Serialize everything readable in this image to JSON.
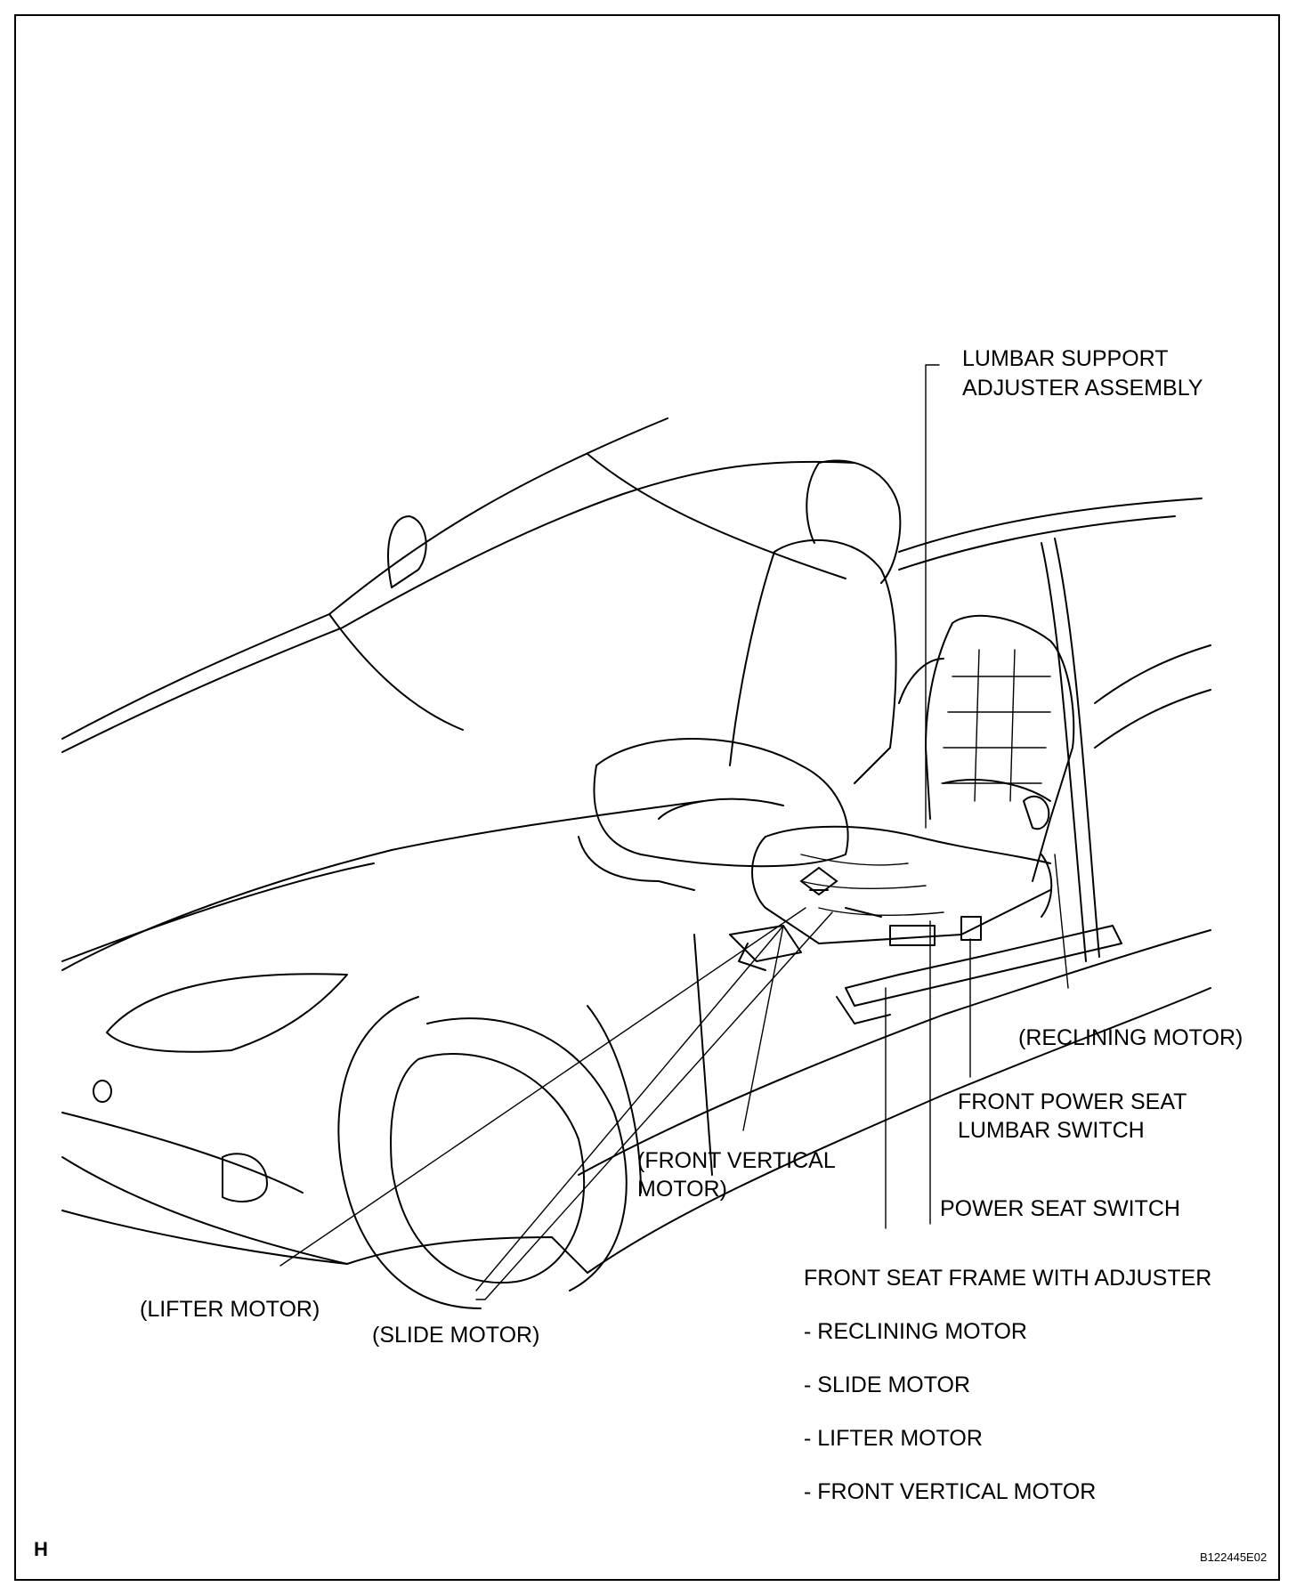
{
  "labels": {
    "lumbar_support_1": "LUMBAR SUPPORT",
    "lumbar_support_2": "ADJUSTER ASSEMBLY",
    "reclining_motor": "(RECLINING MOTOR)",
    "lumbar_switch_1": "FRONT POWER SEAT",
    "lumbar_switch_2": "LUMBAR SWITCH",
    "front_vertical_1": "(FRONT VERTICAL",
    "front_vertical_2": "MOTOR)",
    "power_seat_switch": "POWER SEAT SWITCH",
    "lifter_motor": "(LIFTER MOTOR)",
    "slide_motor": "(SLIDE MOTOR)"
  },
  "frame_list": {
    "title": "FRONT SEAT FRAME WITH ADJUSTER",
    "items": [
      "- RECLINING MOTOR",
      "- SLIDE MOTOR",
      "- LIFTER MOTOR",
      "- FRONT VERTICAL MOTOR"
    ]
  },
  "corner_letter": "H",
  "figure_code": "B122445E02"
}
